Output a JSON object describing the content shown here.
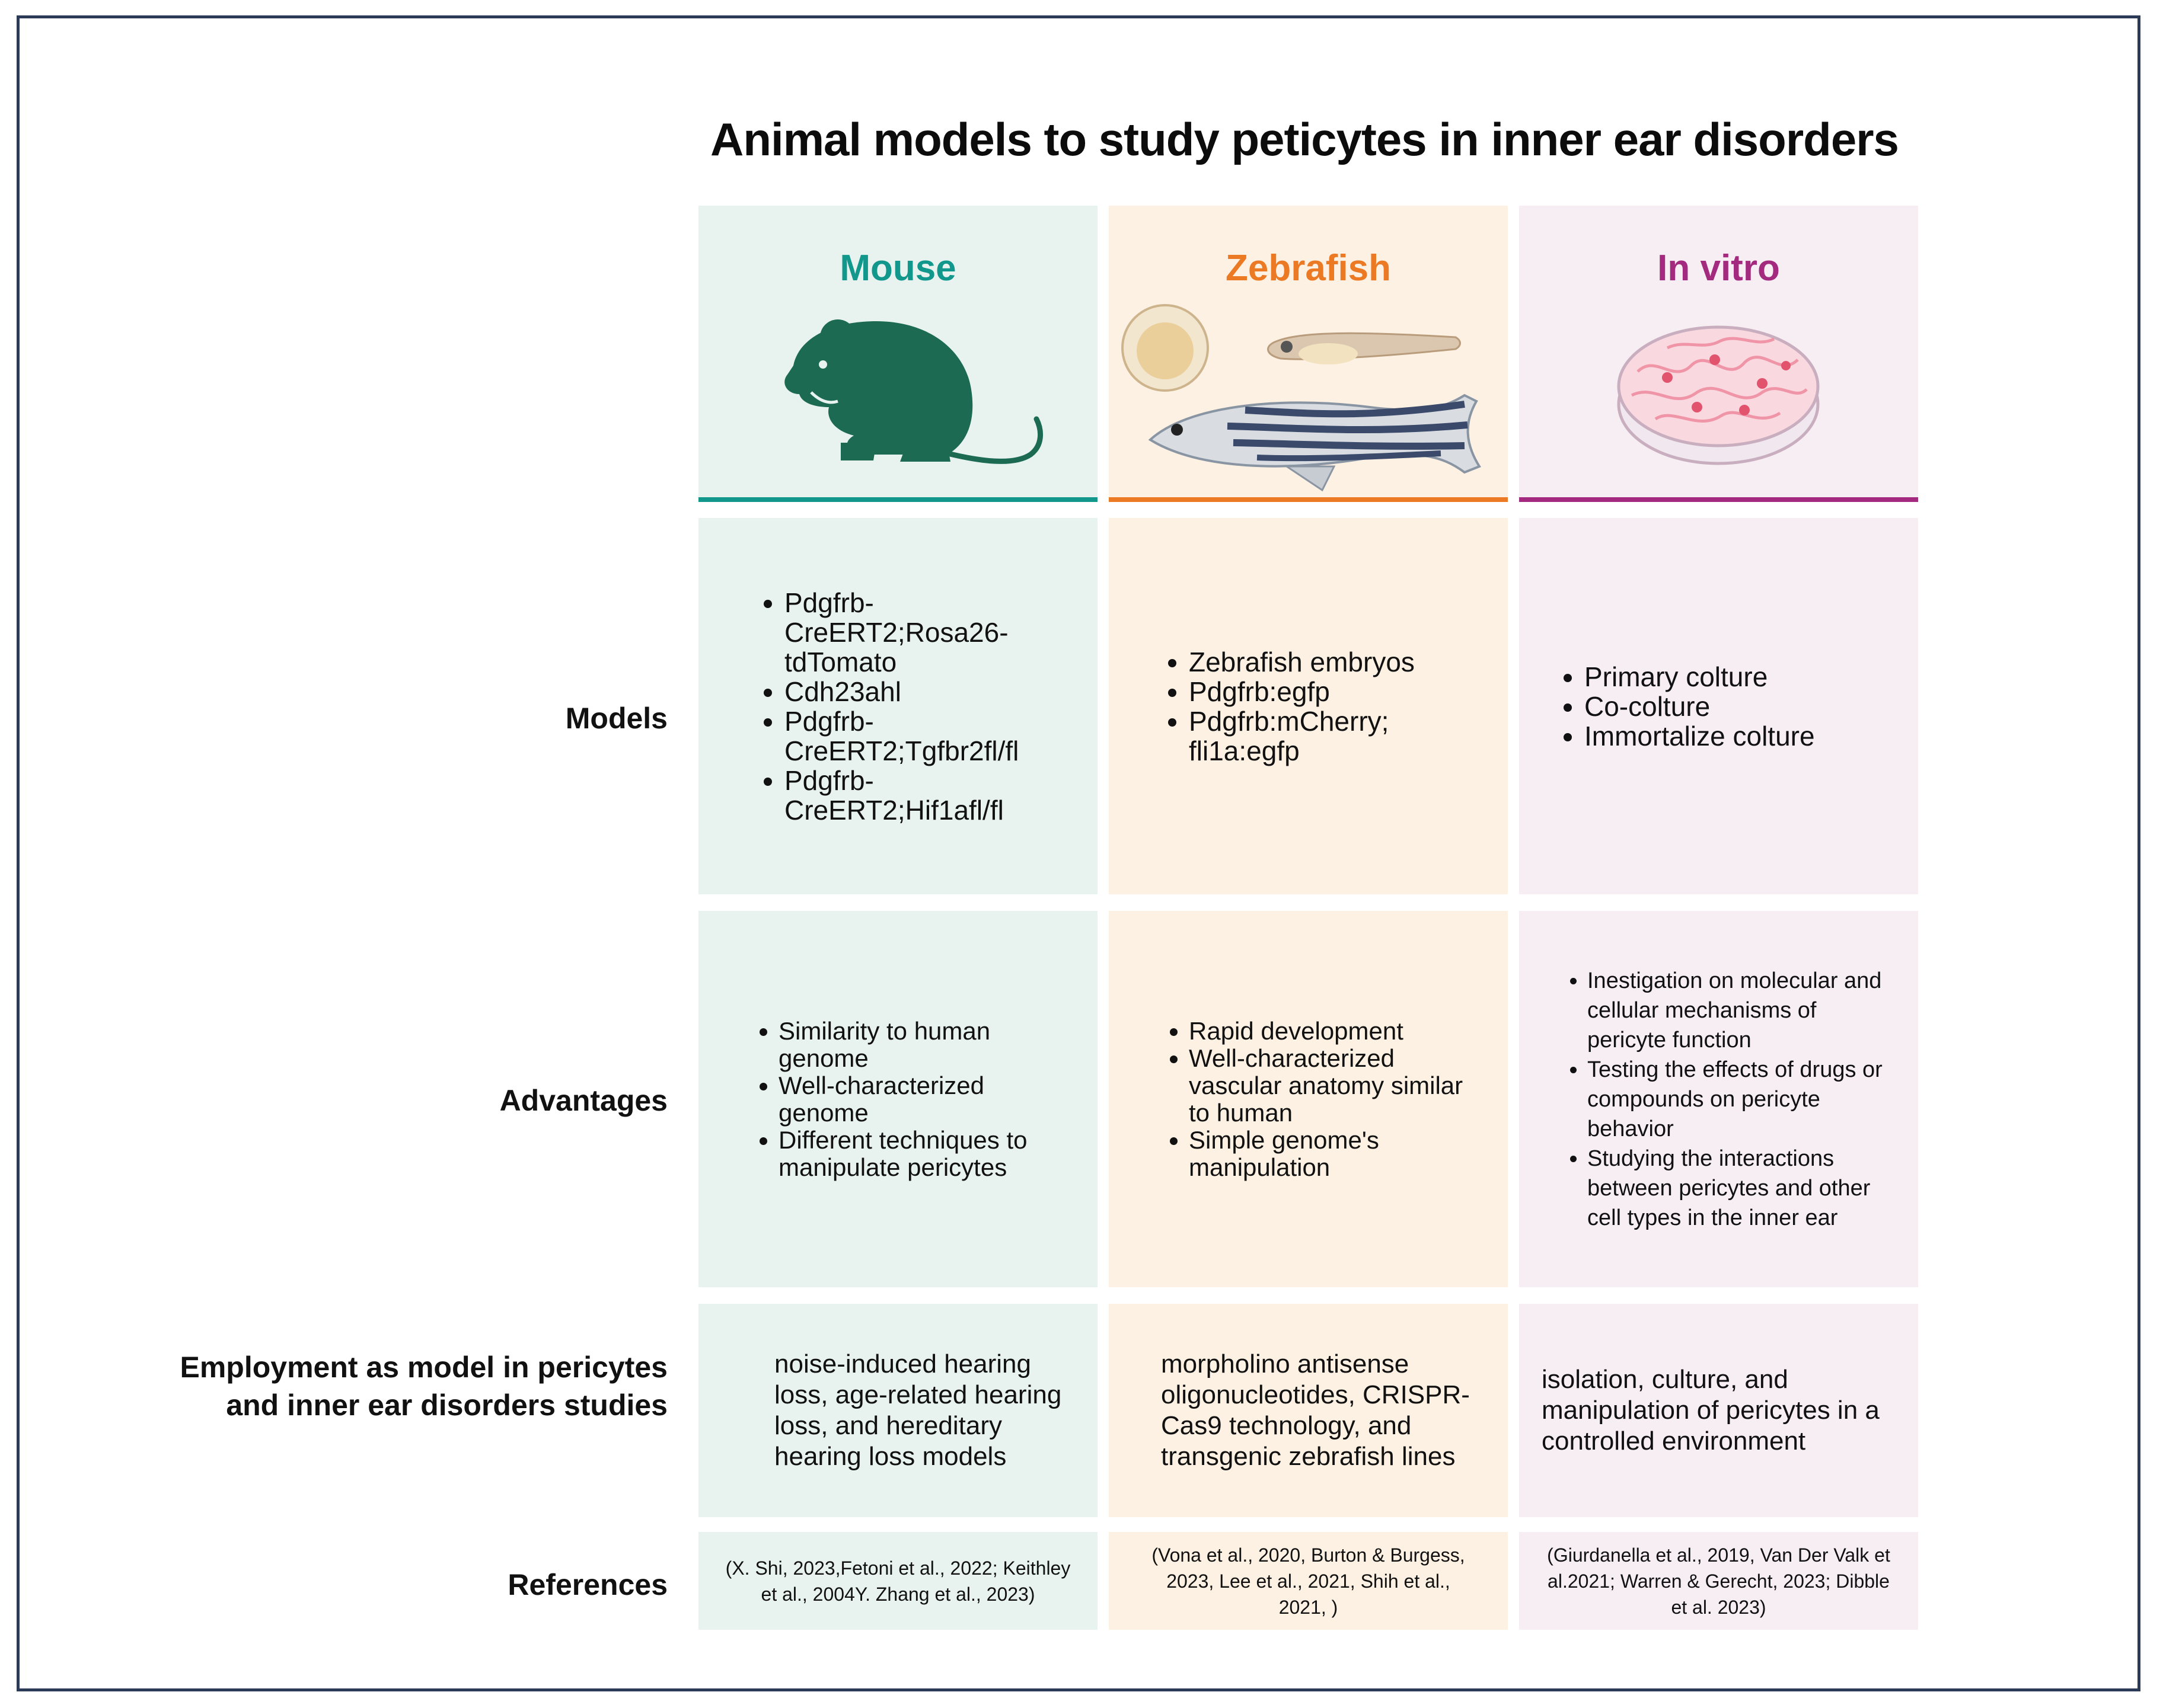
{
  "title": "Animal models to study peticytes in inner ear disorders",
  "columns": [
    {
      "name": "Mouse",
      "color": "#11978b"
    },
    {
      "name": "Zebrafish",
      "color": "#ec7a24"
    },
    {
      "name": "In vitro",
      "color": "#a32a7e"
    }
  ],
  "rows": {
    "models": "Models",
    "advantages": "Advantages",
    "employment": "Employment as model in pericytes and inner ear disorders studies",
    "references": "References"
  },
  "models": {
    "mouse": [
      "Pdgfrb-CreERT2;Rosa26-tdTomato",
      "Cdh23ahl",
      "Pdgfrb-CreERT2;Tgfbr2fl/fl",
      "Pdgfrb-CreERT2;Hif1afl/fl"
    ],
    "zebrafish": [
      "Zebrafish embryos",
      "Pdgfrb:egfp",
      "Pdgfrb:mCherry; fli1a:egfp"
    ],
    "in_vitro": [
      "Primary colture",
      "Co-colture",
      "Immortalize colture"
    ]
  },
  "advantages": {
    "mouse": [
      "Similarity to human genome",
      "Well-characterized genome",
      "Different techniques to manipulate pericytes"
    ],
    "zebrafish": [
      "Rapid development",
      "Well-characterized vascular anatomy similar to human",
      "Simple genome's manipulation"
    ],
    "in_vitro": [
      "Inestigation on molecular and cellular mechanisms of pericyte function",
      "Testing the effects of drugs or compounds on pericyte behavior",
      " Studying  the interactions between pericytes and other cell types in the inner ear"
    ]
  },
  "employment": {
    "mouse": "noise-induced hearing loss, age-related hearing loss, and hereditary hearing loss models",
    "zebrafish": "morpholino antisense oligonucleotides, CRISPR-Cas9 technology, and transgenic zebrafish lines",
    "in_vitro": "isolation, culture, and manipulation of pericytes in a controlled environment"
  },
  "references": {
    "mouse": "(X. Shi, 2023,Fetoni et al., 2022; Keithley et al., 2004Y. Zhang et al., 2023)",
    "zebrafish": "(Vona et al., 2020, Burton & Burgess, 2023, Lee et al., 2021, Shih et al., 2021, )",
    "in_vitro": "(Giurdanella et al., 2019, Van Der Valk et al.2021; Warren & Gerecht, 2023; Dibble et al. 2023)"
  },
  "icons": [
    "mouse-icon",
    "zebrafish-egg-icon",
    "zebrafish-larva-icon",
    "zebrafish-adult-icon",
    "petri-dish-icon"
  ]
}
